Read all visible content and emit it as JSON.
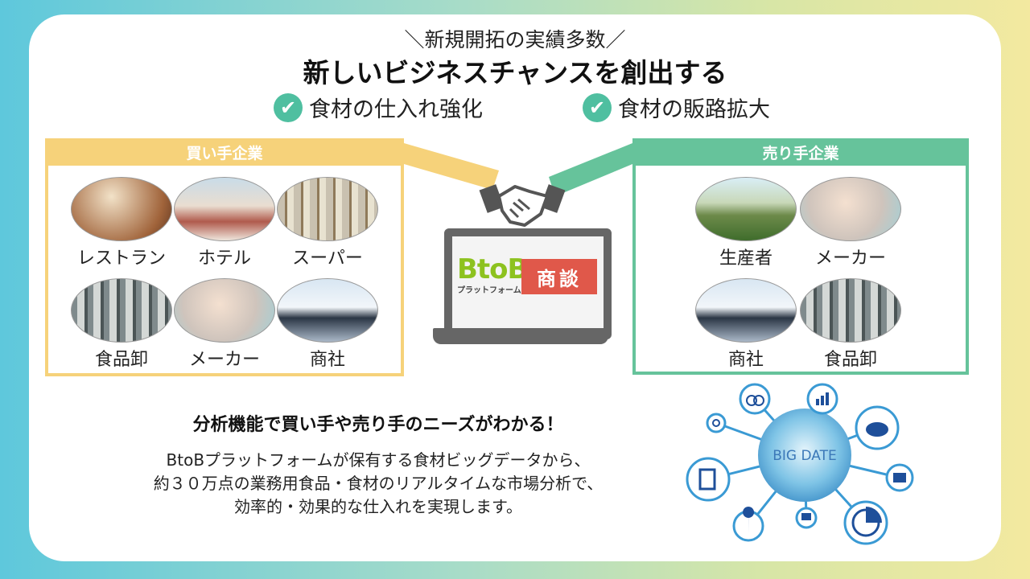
{
  "header": {
    "tagline": "＼新規開拓の実績多数／",
    "headline": "新しいビジネスチャンスを創出する",
    "benefits": [
      "食材の仕入れ強化",
      "食材の販路拡大"
    ]
  },
  "buyer": {
    "title": "買い手企業",
    "items": [
      {
        "label": "レストラン",
        "image": "restaurant-photo"
      },
      {
        "label": "ホテル",
        "image": "hotel-photo"
      },
      {
        "label": "スーパー",
        "image": "supermarket-photo"
      },
      {
        "label": "食品卸",
        "image": "warehouse-photo"
      },
      {
        "label": "メーカー",
        "image": "factory-photo"
      },
      {
        "label": "商社",
        "image": "meeting-photo"
      }
    ]
  },
  "seller": {
    "title": "売り手企業",
    "items": [
      {
        "label": "生産者",
        "image": "farmers-photo"
      },
      {
        "label": "メーカー",
        "image": "factory-photo"
      },
      {
        "label": "商社",
        "image": "meeting-photo"
      },
      {
        "label": "食品卸",
        "image": "warehouse-photo"
      }
    ]
  },
  "platform": {
    "logo_big": "BtoB",
    "logo_small": "プラットフォーム",
    "badge": "商談"
  },
  "analysis": {
    "title": "分析機能で買い手や売り手のニーズがわかる！",
    "lines": [
      "BtoBプラットフォームが保有する食材ビッグデータから、",
      "約３０万点の業務用食品・食材のリアルタイムな市場分析で、",
      "効率的・効果的な仕入れを実現します。"
    ]
  },
  "bigdata": {
    "label": "BIG DATE"
  },
  "colors": {
    "buyer": "#f6d27a",
    "seller": "#66c39b",
    "accent_check": "#4fbfa0",
    "badge": "#e0584a",
    "logo_green": "#8dc21f"
  }
}
